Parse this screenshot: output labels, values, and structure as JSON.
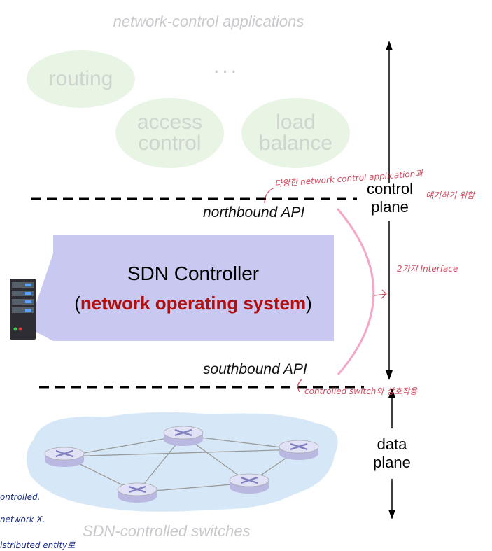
{
  "applications": {
    "title": "network-control applications",
    "items": [
      "routing",
      "access control",
      "load balance"
    ],
    "more": "..."
  },
  "apis": {
    "north": "northbound API",
    "south": "southbound API"
  },
  "planes": {
    "control": "control plane",
    "data": "data plane"
  },
  "controller": {
    "title": "SDN Controller",
    "sub_open": "(",
    "sub_emph": "network operating system",
    "sub_close": ")"
  },
  "switches": {
    "label": "SDN-controlled switches"
  },
  "notes": {
    "north_note_line1": "다양한 network control application과",
    "north_note_line2": "얘기하기 위함",
    "interface_note": "2가지 Interface",
    "south_note": "controlled switch와 상호작용",
    "left_note_1": "ontrolled.",
    "left_note_2": "network X.",
    "left_note_3": "istributed entity로"
  },
  "colors": {
    "controller_fill": "#c8c8f0",
    "emphasis": "#b01010",
    "bubble_fill": "#e8f4e4",
    "annotation_pink": "#d04a5e",
    "annotation_blue": "#1a2d8a"
  }
}
